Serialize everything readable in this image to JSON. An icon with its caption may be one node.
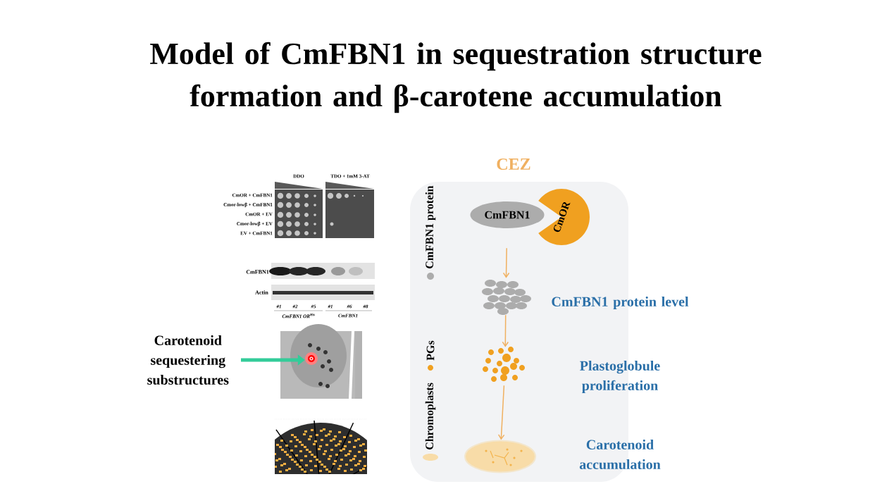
{
  "diagram": {
    "title": "Model of CmFBN1 in sequestration structure formation and β-carotene accumulation",
    "nodes": [
      {
        "text": [
          "CmFBN1"
        ]
      },
      {
        "text": [
          "CmOR"
        ]
      },
      {
        "text": [],
        "shape": "picture",
        "beside": [
          "CmFBN1 protein level"
        ]
      },
      {
        "text": [],
        "shape": "picture",
        "beside": [
          "Plastoglobule proliferation"
        ]
      },
      {
        "text": [],
        "shape": "ellipse",
        "beside": [
          "Carotenoid accumulation"
        ]
      },
      {
        "text": [
          "Carotenoid sequestering substructures"
        ]
      },
      {
        "text": [],
        "shape": "picture"
      }
    ],
    "edges": [
      {
        "from": 0,
        "to": 2,
        "arrow": "to"
      },
      {
        "from": 2,
        "to": 3,
        "arrow": "to"
      },
      {
        "from": 3,
        "to": 4,
        "arrow": "to"
      },
      {
        "from": 5,
        "to": 6,
        "arrow": "to",
        "style": "thick",
        "color": "#33cc99"
      }
    ],
    "labels": [
      "DDO",
      "TDO + 1mM 3-AT",
      "CmOR + CmFBN1",
      "Cmor-lowβ + CmFBN1",
      "CmOR + EV",
      "Cmor-lowβ + EV",
      "EV + CmFBN1",
      "CmFBN1",
      "Actin",
      "#1",
      "#2",
      "#5",
      "#1",
      "#6",
      "#8",
      "CmFBN1 OR$^{His}$",
      "CmFBN1",
      "CEZ"
    ],
    "legend": [
      {
        "text": "CmFBN1 protein"
      },
      {
        "text": "PGs"
      },
      {
        "text": "Chromoplasts"
      }
    ]
  }
}
